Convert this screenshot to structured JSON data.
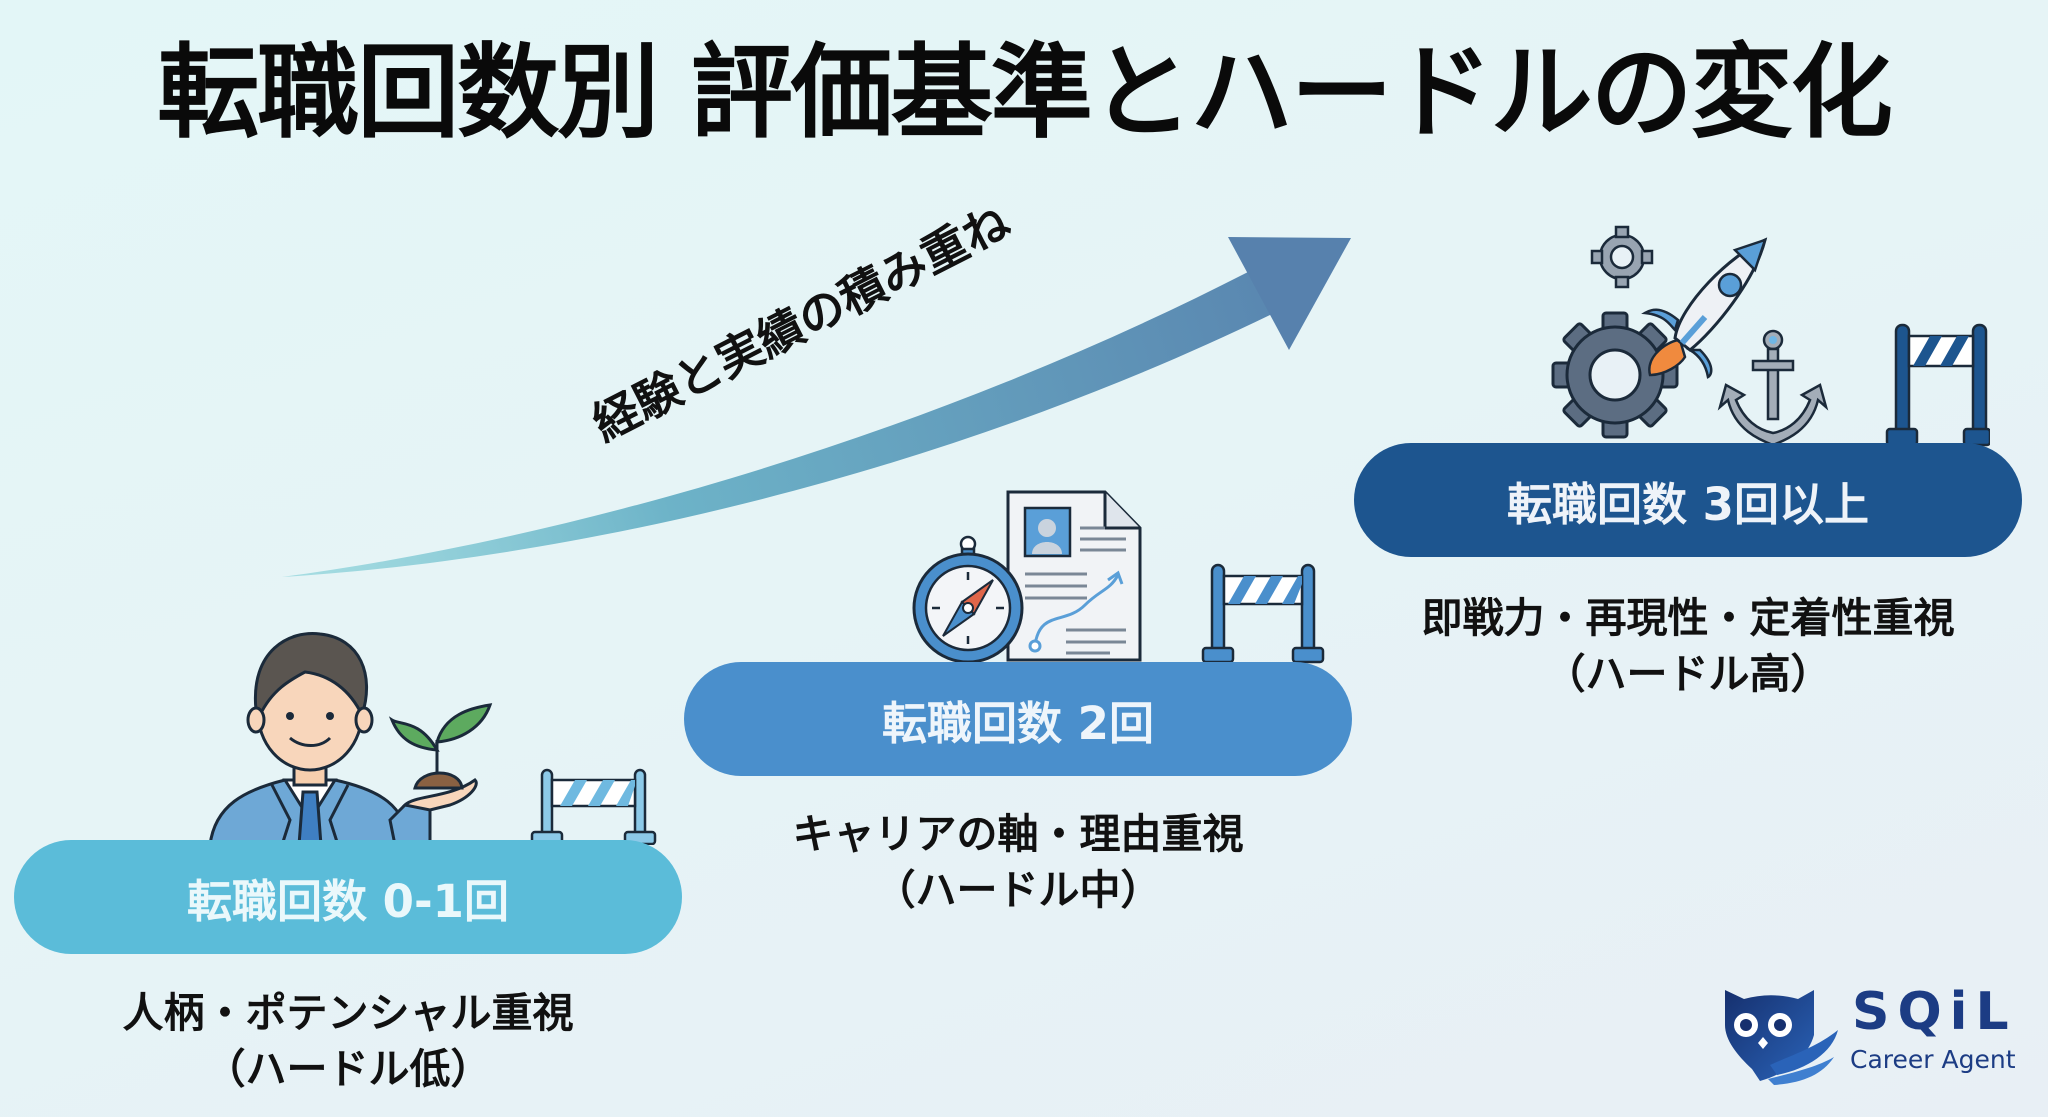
{
  "title": "転職回数別 評価基準とハードルの変化",
  "arrow": {
    "label": "経験と実績の積み重ね"
  },
  "stages": [
    {
      "label": "転職回数 0-1回",
      "focus": "人柄・ポテンシャル重視",
      "hurdle": "（ハードル低）",
      "color": "#5bbcd9",
      "icons": [
        "person-icon",
        "sprout-icon",
        "barrier-icon"
      ]
    },
    {
      "label": "転職回数 2回",
      "focus": "キャリアの軸・理由重視",
      "hurdle": "（ハードル中）",
      "color": "#4a8fcc",
      "icons": [
        "compass-icon",
        "resume-icon",
        "barrier-icon"
      ]
    },
    {
      "label": "転職回数 3回以上",
      "focus": "即戦力・再現性・定着性重視",
      "hurdle": "（ハードル高）",
      "color": "#1d558f",
      "icons": [
        "gear-icon",
        "rocket-icon",
        "anchor-icon",
        "barrier-icon"
      ]
    }
  ],
  "logo": {
    "name": "SQiL",
    "subtitle": "Career Agent",
    "color": "#1c3c84"
  }
}
